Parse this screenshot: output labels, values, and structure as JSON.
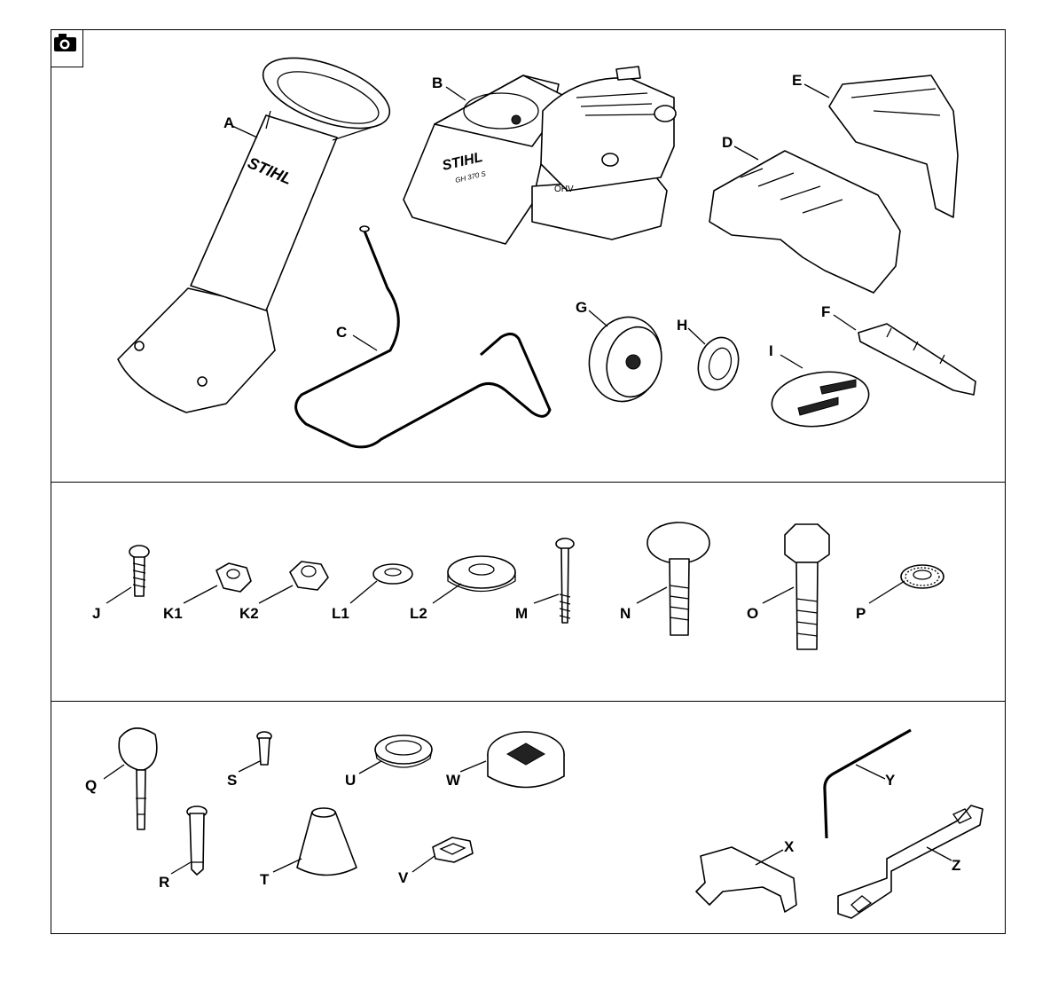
{
  "labels": {
    "A": "A",
    "B": "B",
    "C": "C",
    "D": "D",
    "E": "E",
    "F": "F",
    "G": "G",
    "H": "H",
    "I": "I",
    "J": "J",
    "K1": "K1",
    "K2": "K2",
    "L1": "L1",
    "L2": "L2",
    "M": "M",
    "N": "N",
    "O": "O",
    "P": "P",
    "Q": "Q",
    "R": "R",
    "S": "S",
    "T": "T",
    "U": "U",
    "V": "V",
    "W": "W",
    "X": "X",
    "Y": "Y",
    "Z": "Z"
  },
  "brand": {
    "hopper_logo": "STIHL",
    "housing_logo": "STIHL",
    "housing_model": "GH 370 S",
    "engine_badge": "OHV"
  },
  "icons": {
    "corner_icon": "camera-icon"
  }
}
